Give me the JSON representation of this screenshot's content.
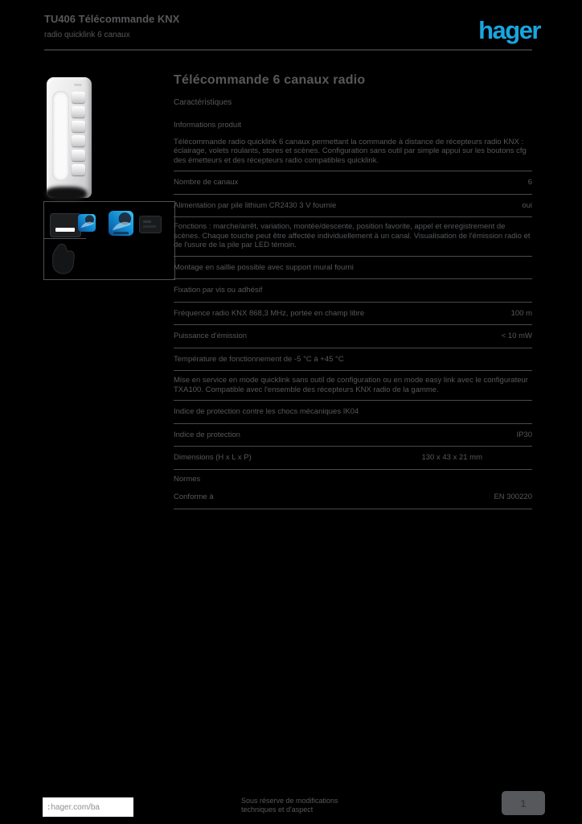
{
  "header": {
    "product_ref_line": "TU406 Télécommande KNX",
    "product_sub_line": "radio quicklink 6 canaux",
    "brand": "hager"
  },
  "main": {
    "title": "Télécommande 6 canaux radio",
    "subtitle": "Caractéristiques",
    "table": {
      "rows": [
        {
          "type": "section",
          "label": "Informations produit",
          "value": ""
        },
        {
          "type": "para",
          "label": "Télécommande radio quicklink 6 canaux permettant la commande à distance de récepteurs radio KNX : éclairage, volets roulants, stores et scènes. Configuration sans outil par simple appui sur les boutons cfg des émetteurs et des récepteurs radio compatibles quicklink.",
          "value": ""
        },
        {
          "type": "kv",
          "label": "Nombre de canaux",
          "value": "6"
        },
        {
          "type": "kv",
          "label": "Alimentation par pile lithium CR2430 3 V fournie",
          "value": "oui"
        },
        {
          "type": "para",
          "label": "Fonctions : marche/arrêt, variation, montée/descente, position favorite, appel et enregistrement de scènes. Chaque touche peut être affectée individuellement à un canal. Visualisation de l'émission radio et de l'usure de la pile par LED témoin.",
          "value": ""
        },
        {
          "type": "kv",
          "label": "Montage en saillie possible avec support mural fourni",
          "value": ""
        },
        {
          "type": "kv",
          "label": "Fixation par vis ou adhésif",
          "value": ""
        },
        {
          "type": "kv",
          "label": "Fréquence radio KNX 868,3 MHz, portée en champ libre",
          "value": "100 m"
        },
        {
          "type": "kv",
          "label": "Puissance d'émission",
          "value": "< 10 mW"
        },
        {
          "type": "kv",
          "label": "Température de fonctionnement de -5 °C à +45 °C",
          "value": ""
        },
        {
          "type": "para",
          "label": "Mise en service en mode quicklink sans outil de configuration ou en mode easy link avec le configurateur TXA100. Compatible avec l'ensemble des récepteurs KNX radio de la gamme.",
          "value": ""
        },
        {
          "type": "kv",
          "label": "Indice de protection contre les chocs mécaniques IK04",
          "value": ""
        },
        {
          "type": "kv",
          "label": "Indice de protection",
          "value": "IP30"
        },
        {
          "type": "kvmid",
          "label": "Dimensions (H x L x P)",
          "value": "130 x 43 x 21 mm"
        },
        {
          "type": "section",
          "label": "Normes",
          "value": ""
        },
        {
          "type": "kv",
          "label": "Conforme à",
          "value": "EN 300220"
        }
      ]
    }
  },
  "icons": {
    "battery": "battery-icon",
    "quicklink_small": "quicklink-icon-small",
    "quicklink_large": "quicklink-icon-large",
    "radio": "knx-radio-icon",
    "hand": "manual-control-icon"
  },
  "footer": {
    "site_prefix": ":",
    "site": "hager.com/ba",
    "note_line1": "Sous réserve de modifications",
    "note_line2": "techniques et d'aspect",
    "page_badge": "1"
  },
  "colors": {
    "accent_blue": "#18a6e0",
    "text_gray": "#56585b",
    "background": "#000000"
  }
}
